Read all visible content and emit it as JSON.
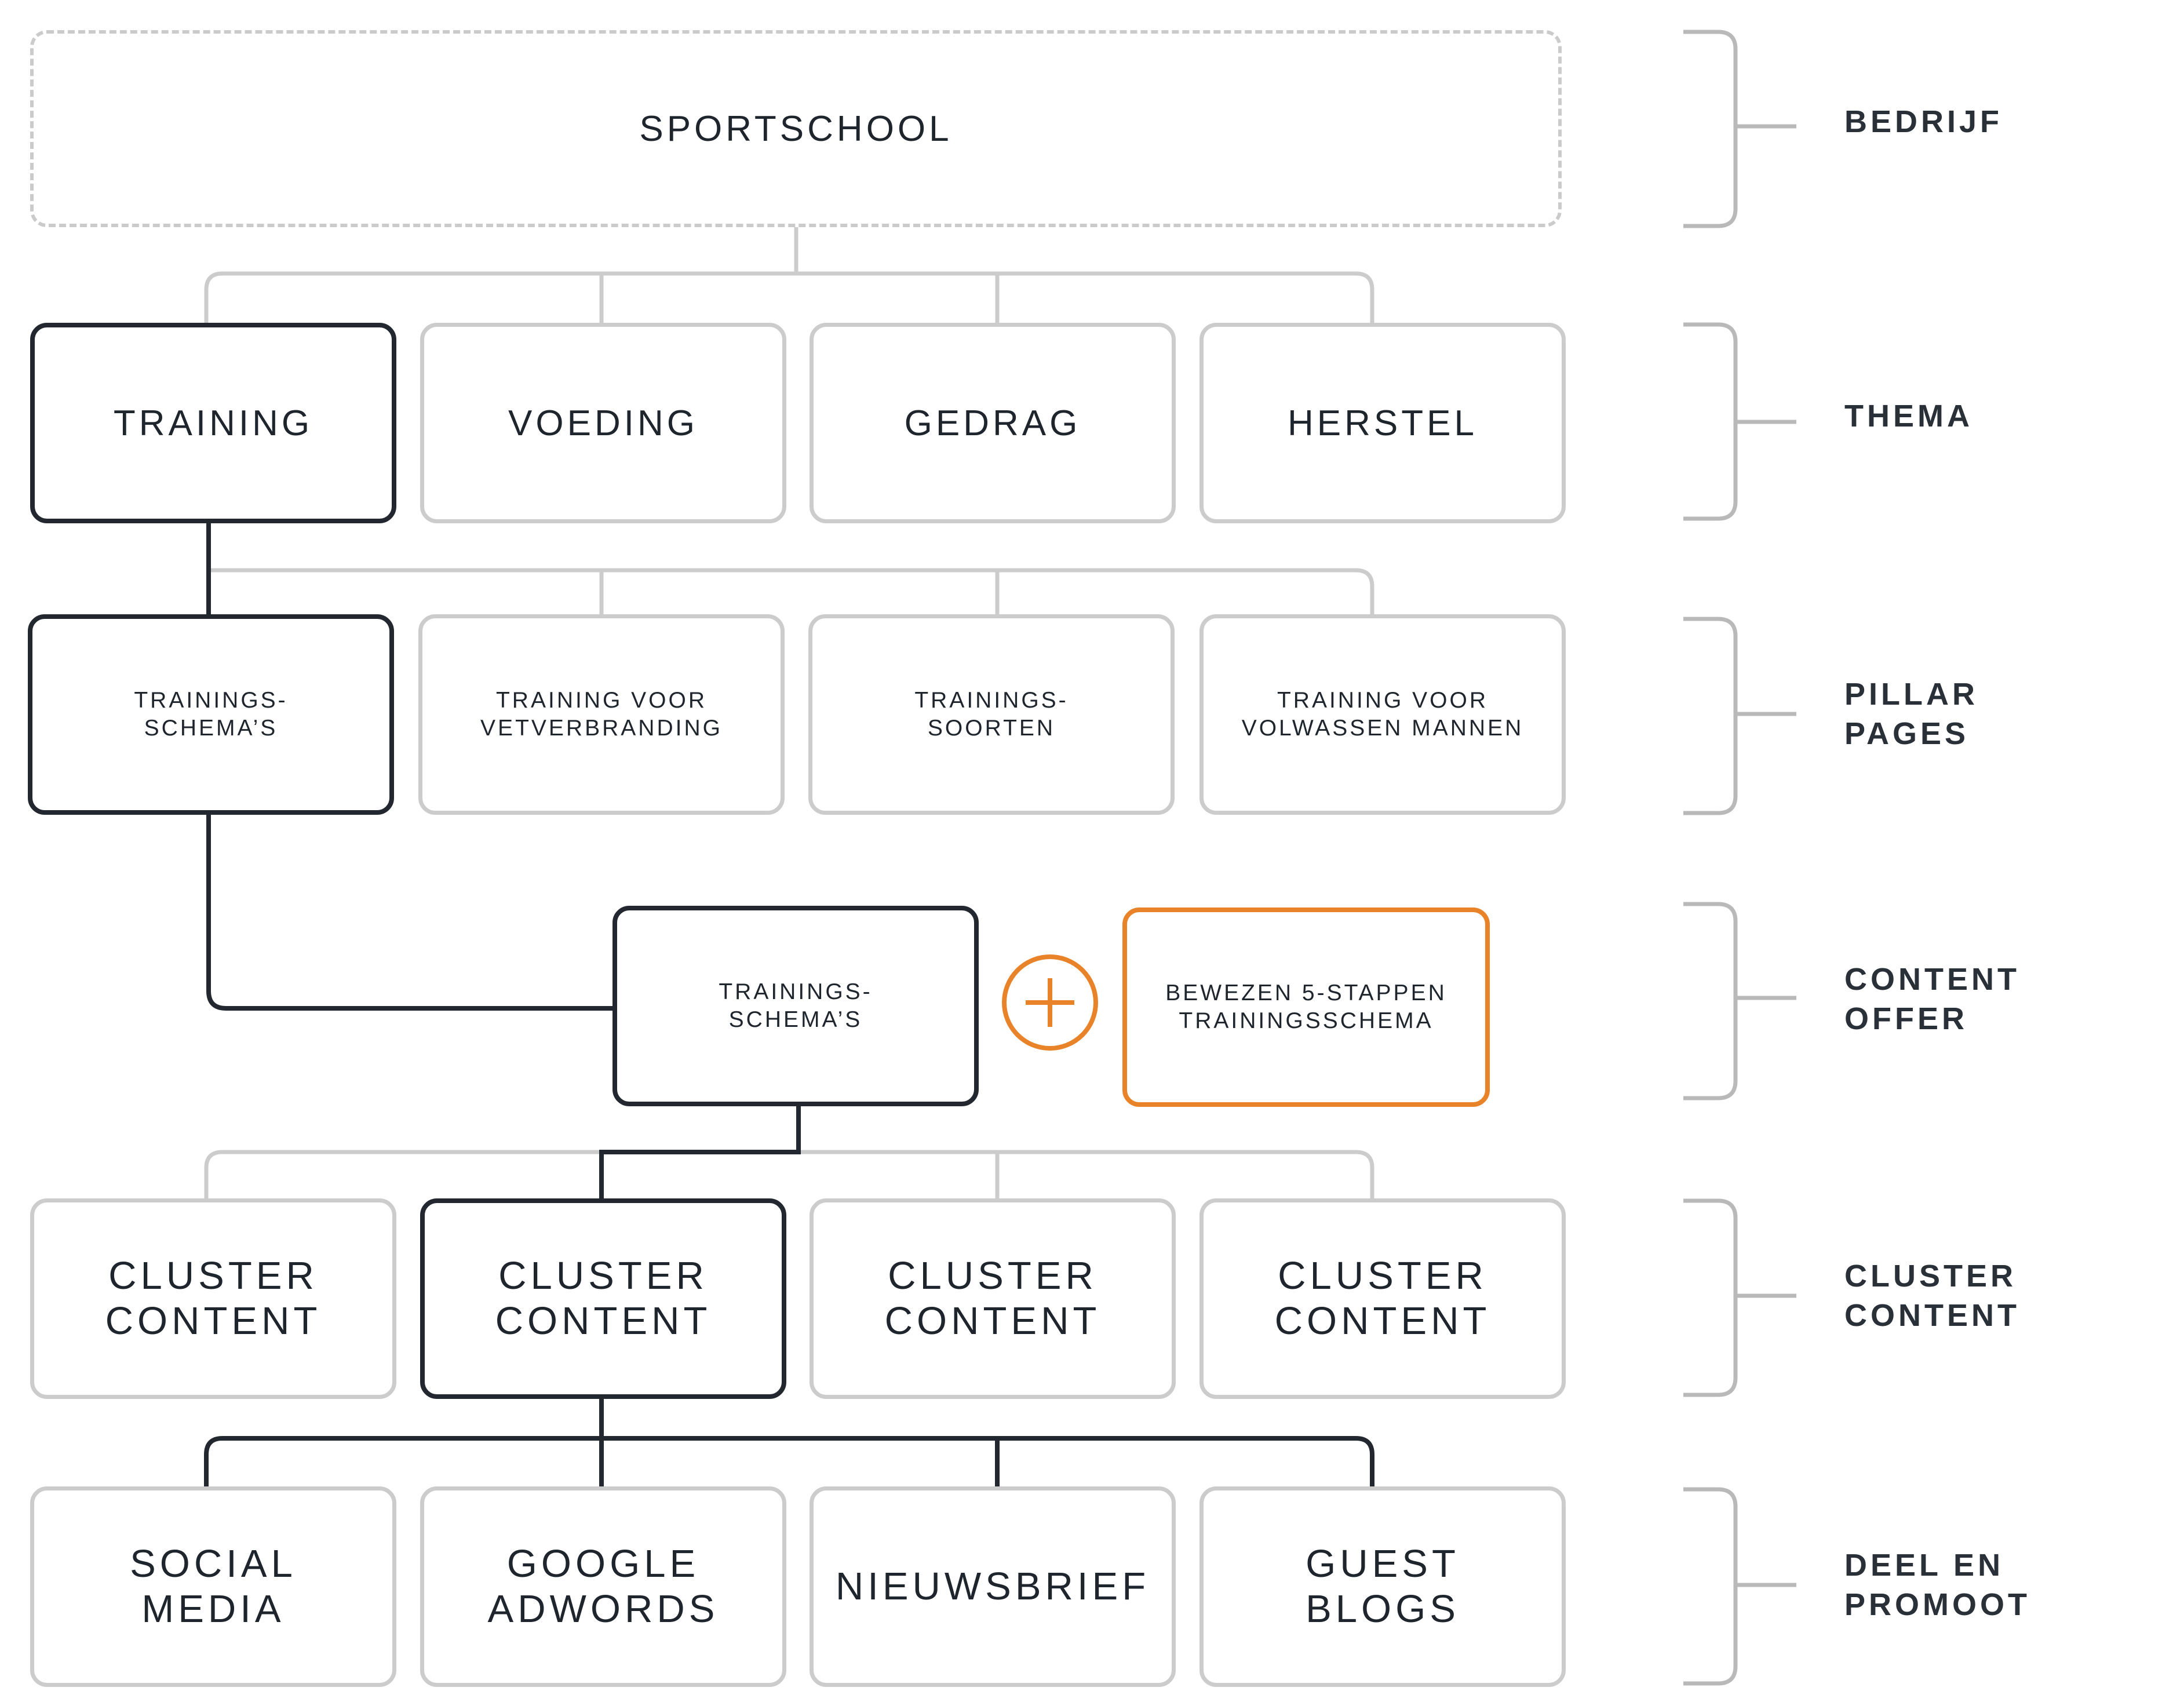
{
  "levels": [
    {
      "label": "BEDRIJF"
    },
    {
      "label": "THEMA"
    },
    {
      "label": "PILLAR\nPAGES"
    },
    {
      "label": "CONTENT\nOFFER"
    },
    {
      "label": "CLUSTER\nCONTENT"
    },
    {
      "label": "DEEL EN\nPROMOOT"
    }
  ],
  "company": {
    "label": "SPORTSCHOOL"
  },
  "themes": [
    {
      "label": "TRAINING",
      "selected": true
    },
    {
      "label": "VOEDING",
      "selected": false
    },
    {
      "label": "GEDRAG",
      "selected": false
    },
    {
      "label": "HERSTEL",
      "selected": false
    }
  ],
  "pillars": [
    {
      "label": "TRAININGS-\nSCHEMA’S",
      "selected": true
    },
    {
      "label": "TRAINING VOOR\nVETVERBRANDING",
      "selected": false
    },
    {
      "label": "TRAININGS-\nSOORTEN",
      "selected": false
    },
    {
      "label": "TRAINING VOOR\nVOLWASSEN MANNEN",
      "selected": false
    }
  ],
  "offer": {
    "main": {
      "label": "TRAININGS-\nSCHEMA’S"
    },
    "plus_symbol": "+",
    "extra": {
      "label": "BEWEZEN 5-STAPPEN\nTRAININGSSCHEMA"
    }
  },
  "clusters": [
    {
      "label": "CLUSTER\nCONTENT",
      "selected": false
    },
    {
      "label": "CLUSTER\nCONTENT",
      "selected": true
    },
    {
      "label": "CLUSTER\nCONTENT",
      "selected": false
    },
    {
      "label": "CLUSTER\nCONTENT",
      "selected": false
    }
  ],
  "channels": [
    {
      "label": "SOCIAL\nMEDIA"
    },
    {
      "label": "GOOGLE\nADWORDS"
    },
    {
      "label": "NIEUWSBRIEF"
    },
    {
      "label": "GUEST\nBLOGS"
    }
  ],
  "colors": {
    "dark": "#232830",
    "gray": "#cccccc",
    "accent": "#e8832a",
    "text": "#1f252d"
  }
}
